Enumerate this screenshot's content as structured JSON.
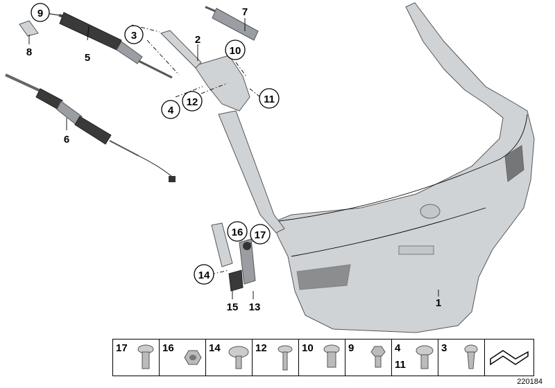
{
  "callouts": {
    "c1": "1",
    "c2": "2",
    "c3": "3",
    "c4": "4",
    "c5": "5",
    "c6": "6",
    "c7": "7",
    "c8": "8",
    "c9": "9",
    "c10": "10",
    "c11": "11",
    "c12": "12",
    "c13": "13",
    "c14": "14",
    "c15": "15",
    "c16": "16",
    "c17": "17"
  },
  "legend": [
    {
      "label": "17"
    },
    {
      "label": "16"
    },
    {
      "label": "14"
    },
    {
      "label": "12"
    },
    {
      "label": "10"
    },
    {
      "label": "9"
    },
    {
      "label": "4",
      "label2": "11"
    },
    {
      "label": "3"
    }
  ],
  "figure_number": "220184"
}
